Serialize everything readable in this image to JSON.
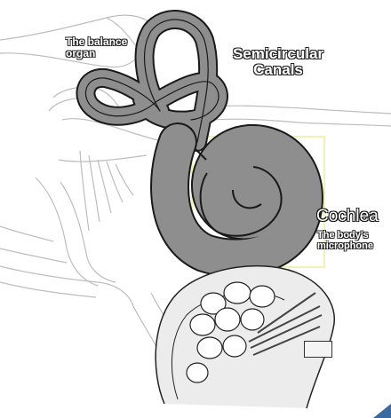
{
  "labels": {
    "balance_organ": "The balance organ",
    "semicircular_canals": "Semicircular Canals",
    "cochlea": "Cochlea",
    "cochlea_description": "The body's microphone"
  },
  "colors": {
    "organ_fill": "#8e8e8e",
    "organ_stroke": "#1a1a1a",
    "sketch_line": "#b8b8b8",
    "highlight_box": "#f2f29a"
  }
}
